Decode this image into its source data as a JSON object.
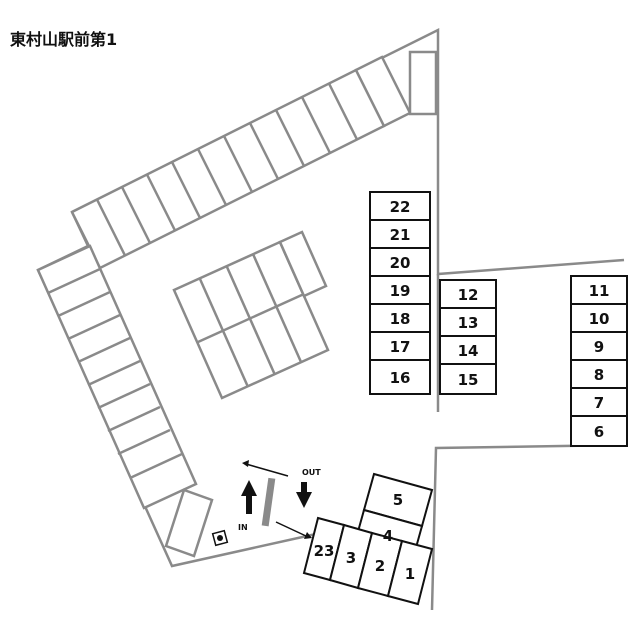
{
  "title": "東村山駅前第1",
  "labels": {
    "in": "IN",
    "out": "OUT"
  },
  "numbered_spaces": [
    "22",
    "21",
    "20",
    "19",
    "18",
    "17",
    "16",
    "12",
    "13",
    "14",
    "15",
    "11",
    "10",
    "9",
    "8",
    "7",
    "6",
    "5",
    "4",
    "23",
    "3",
    "2",
    "1"
  ],
  "colors": {
    "outline": "#8a8a8a",
    "numbered_border": "#111111",
    "gate": "#8a8a8a"
  }
}
